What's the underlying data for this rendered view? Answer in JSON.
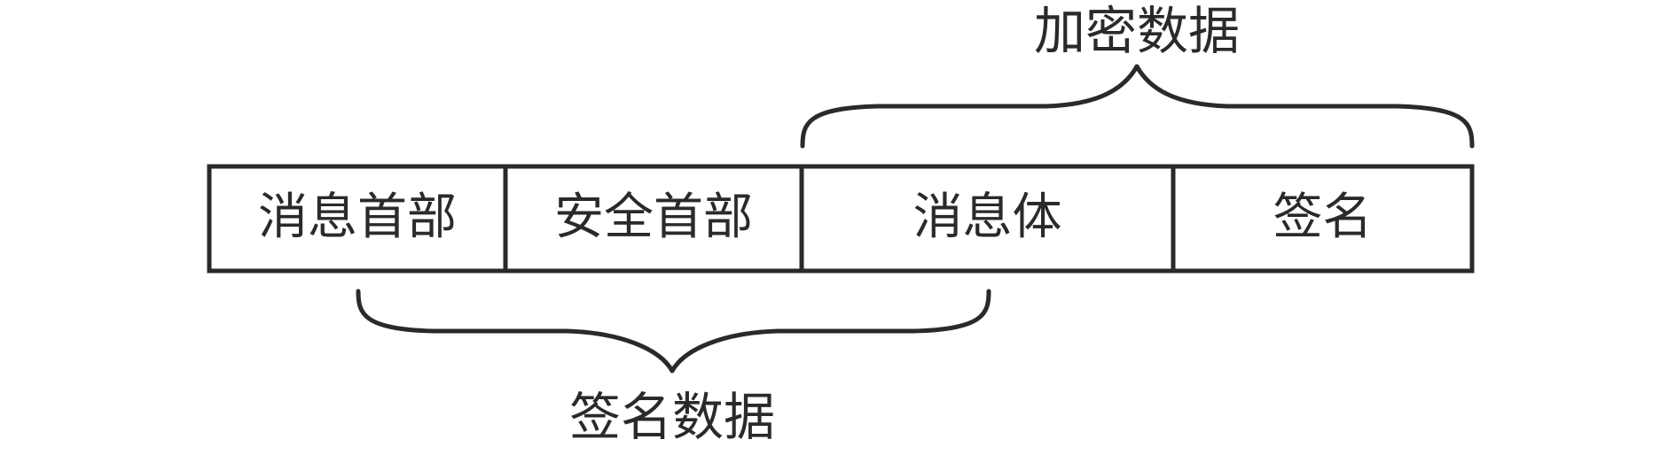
{
  "fields": [
    {
      "label": "消息首部"
    },
    {
      "label": "安全首部"
    },
    {
      "label": "消息体"
    },
    {
      "label": "签名"
    }
  ],
  "braces": {
    "encrypted": {
      "label": "加密数据"
    },
    "signed": {
      "label": "签名数据"
    }
  },
  "colors": {
    "stroke": "#2a2a2a",
    "background": "#ffffff"
  }
}
